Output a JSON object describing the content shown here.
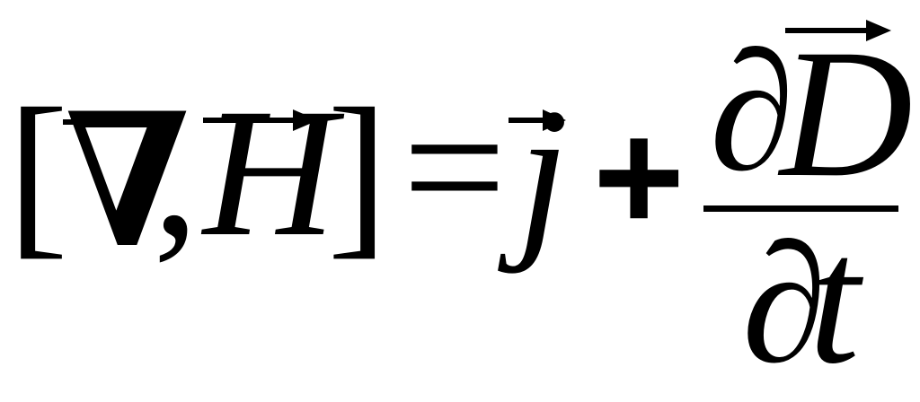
{
  "formula": {
    "open_bracket": "[",
    "nabla": "∇",
    "comma": ",",
    "h": "H",
    "close_bracket": "]",
    "equals": "=",
    "j": "j",
    "plus": "+",
    "numerator_partial": "∂",
    "numerator_var": "D",
    "denominator_partial": "∂",
    "denominator_var": "t"
  },
  "colors": {
    "text": "#000000",
    "background": "#ffffff"
  }
}
